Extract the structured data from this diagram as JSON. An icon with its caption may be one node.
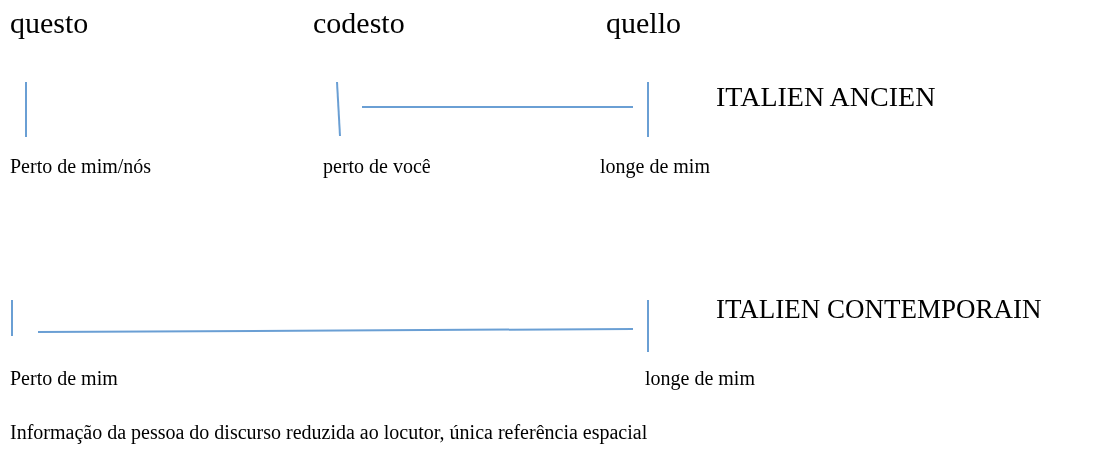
{
  "diagram": {
    "labels": [
      "questo",
      "codesto",
      "quello",
      "ITALIEN ANCIEN",
      "Perto de mim/nós",
      "perto de você",
      "longe de mim",
      "ITALIEN CONTEMPORAIN",
      "Perto de mim",
      "longe de mim",
      "Informação da pessoa do discurso reduzida ao locutor, única referência espacial"
    ]
  }
}
